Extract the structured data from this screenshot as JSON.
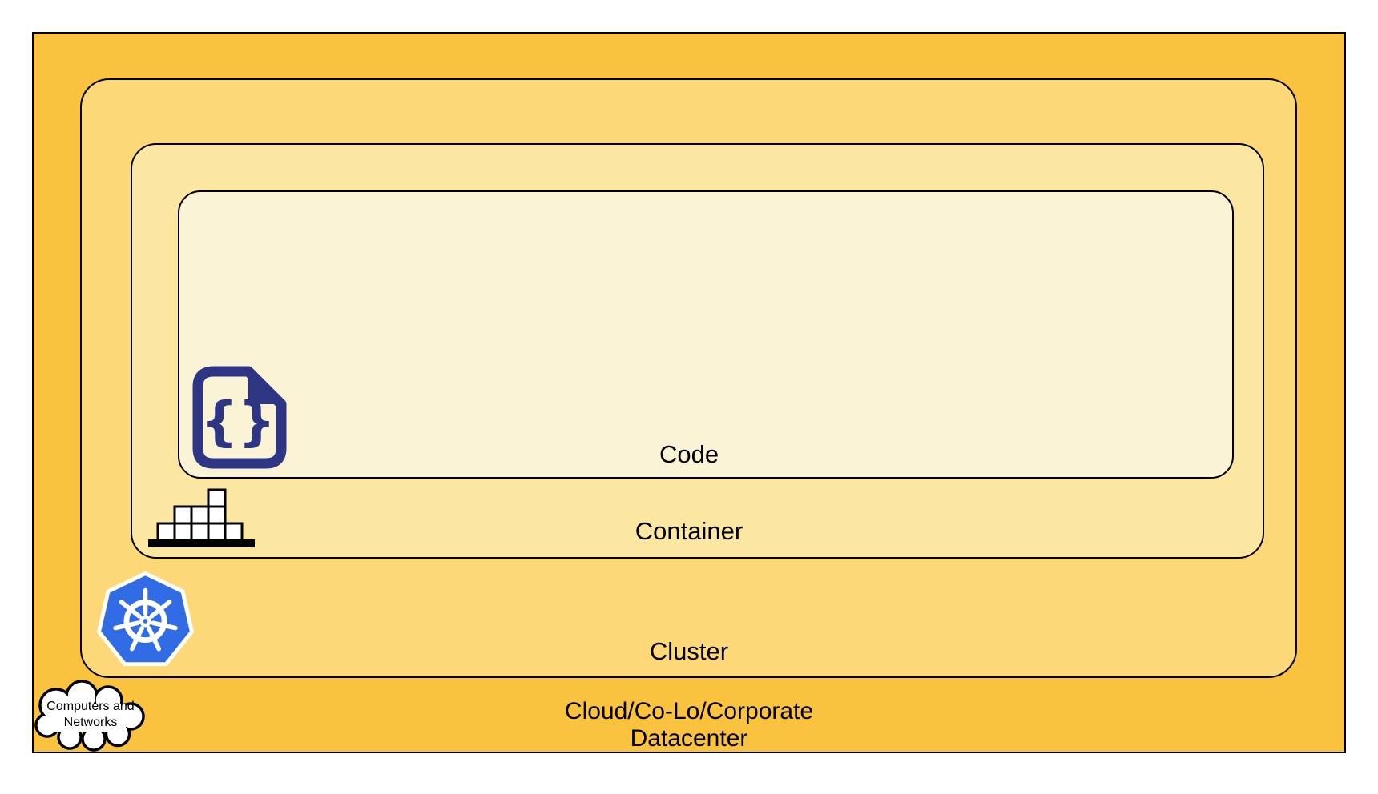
{
  "diagram": {
    "type": "nested-layers",
    "description_source": "pixels-only",
    "layers": {
      "datacenter": {
        "label_line1": "Cloud/Co-Lo/Corporate",
        "label_line2": "Datacenter",
        "fill": "#F9C23F"
      },
      "cluster": {
        "label": "Cluster",
        "fill": "#FCD878"
      },
      "container": {
        "label": "Container",
        "fill": "#FBE7A1"
      },
      "code": {
        "label": "Code",
        "fill": "#FBF3D6"
      }
    },
    "cloud_callout": {
      "line1": "Computers and",
      "line2": "Networks"
    },
    "icons": {
      "code_file": {
        "name": "code-file-icon",
        "glyph": "{}",
        "color": "#2E3582"
      },
      "container_boxes": {
        "name": "container-boxes-icon",
        "color": "#000000"
      },
      "kubernetes_helm": {
        "name": "kubernetes-helm-icon",
        "color": "#326CE5"
      },
      "cloud": {
        "name": "computers-networks-cloud-icon",
        "fill": "#FFFFFF",
        "stroke": "#000000"
      }
    },
    "border_color": "#000000"
  }
}
